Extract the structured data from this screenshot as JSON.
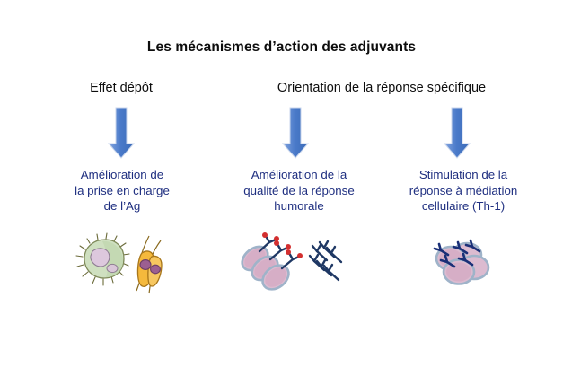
{
  "slide": {
    "title": "Les mécanismes d’action des adjuvants",
    "background_color": "#ffffff",
    "title_color": "#0d0d0d",
    "caption_color": "#1f2f80",
    "arrow_color": "#4472c4"
  },
  "headings": [
    {
      "label": "Effet dépôt"
    },
    {
      "label": "Orientation de la réponse spécifique"
    }
  ],
  "columns": [
    {
      "caption_lines": [
        "Amélioration de",
        "la prise en charge",
        "de l’Ag"
      ],
      "illustration": "macrophage-and-dendritic-cells"
    },
    {
      "caption_lines": [
        "Amélioration de la",
        "qualité de la réponse",
        "humorale"
      ],
      "illustration": "plasma-cells-and-antibodies"
    },
    {
      "caption_lines": [
        "Stimulation de la",
        "réponse à médiation",
        "cellulaire (Th-1)"
      ],
      "illustration": "t-cell-cluster"
    }
  ]
}
